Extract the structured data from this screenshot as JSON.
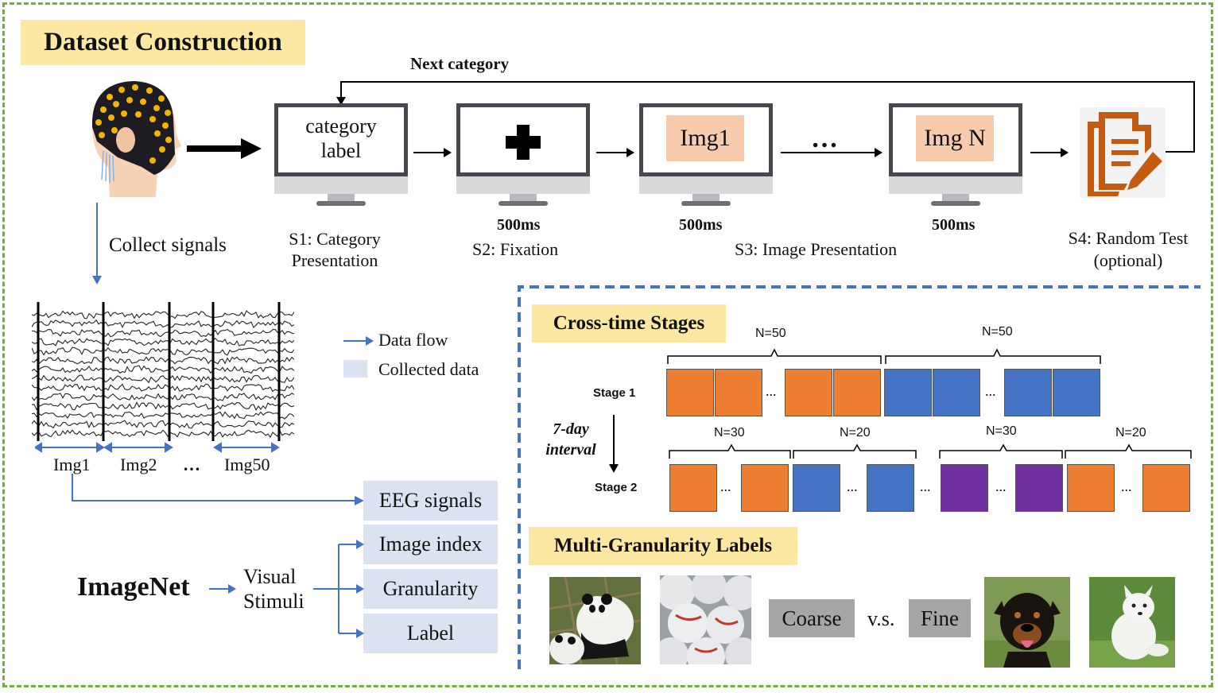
{
  "titles": {
    "main": "Dataset Construction",
    "cross_time": "Cross-time Stages",
    "multi_granularity": "Multi-Granularity Labels"
  },
  "pipeline": {
    "next_category": "Next category",
    "category_label_line1": "category",
    "category_label_line2": "label",
    "img1": "Img1",
    "imgN": "Img N",
    "ellipsis": "…",
    "duration_s2": "500ms",
    "duration_img1": "500ms",
    "duration_imgN": "500ms",
    "s1_line1": "S1: Category",
    "s1_line2": "Presentation",
    "s2": "S2: Fixation",
    "s3": "S3: Image Presentation",
    "s4_line1": "S4: Random Test",
    "s4_line2": "(optional)"
  },
  "collection": {
    "collect_signals": "Collect signals",
    "img_labels": [
      "Img1",
      "Img2",
      "…",
      "Img50"
    ],
    "legend_flow": "Data flow",
    "legend_collected": "Collected data"
  },
  "outputs": {
    "eeg": "EEG signals",
    "image_index": "Image index",
    "granularity": "Granularity",
    "label": "Label",
    "imagenet": "ImageNet",
    "visual_line1": "Visual",
    "visual_line2": "Stimuli"
  },
  "stages": {
    "stage1": "Stage 1",
    "stage2": "Stage 2",
    "interval_line1": "7-day",
    "interval_line2": "interval",
    "stage1_groups": [
      "N=50",
      "N=50"
    ],
    "stage2_groups": [
      "N=30",
      "N=20",
      "N=30",
      "N=20"
    ],
    "dots": "..."
  },
  "granularity": {
    "coarse": "Coarse",
    "vs": "v.s.",
    "fine": "Fine"
  },
  "colors": {
    "frame": "#6fae3f",
    "title_bg": "#fce7a3",
    "image_bg": "#f8cbad",
    "collected_bg": "#dbe3f3",
    "flow_arrow": "#4472c4",
    "orange": "#ed7d31",
    "blue": "#4472c4",
    "purple": "#7030a0",
    "report_icon": "#c55a11"
  }
}
